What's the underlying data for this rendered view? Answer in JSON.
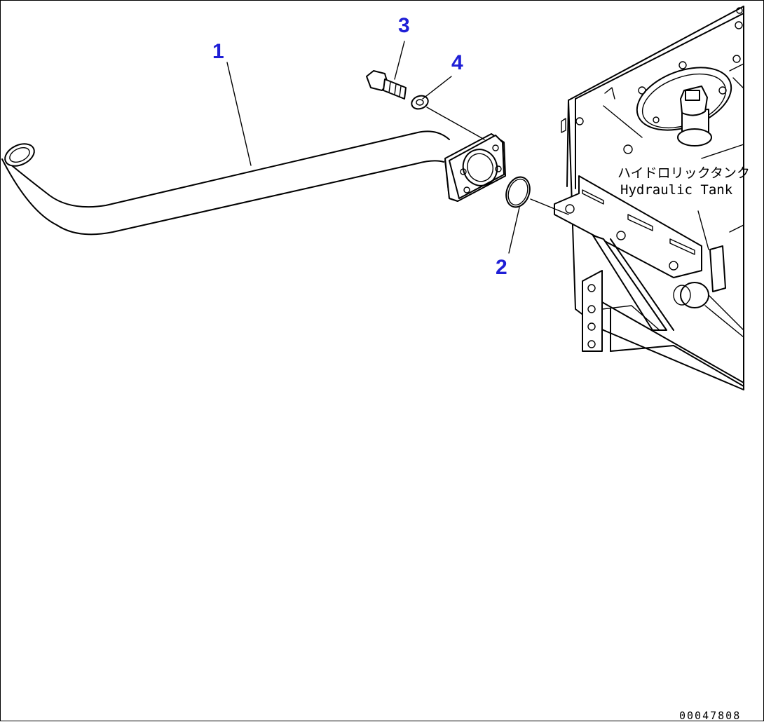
{
  "callouts": {
    "pipe": "1",
    "o_ring": "2",
    "bolt": "3",
    "washer": "4"
  },
  "tank_label": {
    "japanese": "ハイドロリックタンク",
    "english": "Hydraulic Tank"
  },
  "drawing_number": "00047808",
  "colors": {
    "callout": "#1f1fd6",
    "line": "#000000"
  }
}
